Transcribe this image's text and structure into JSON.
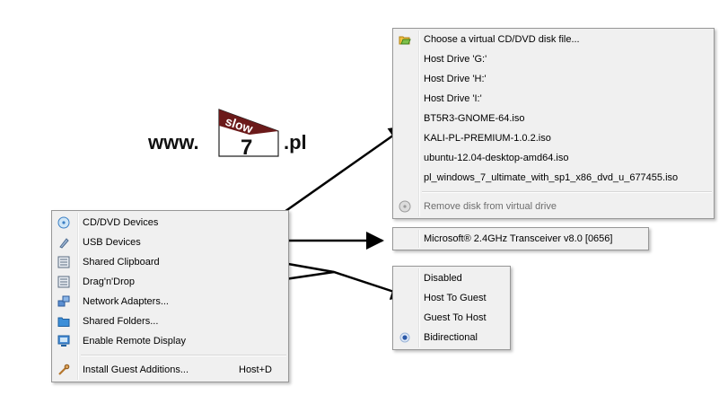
{
  "logo": {
    "prefix": "www.",
    "badge_word": "slow",
    "badge_number": "7",
    "suffix": ".pl"
  },
  "devices_menu": {
    "items": [
      {
        "label": "CD/DVD Devices",
        "icon": "cd-icon",
        "submenu": true
      },
      {
        "label": "USB Devices",
        "icon": "usb-icon",
        "submenu": true
      },
      {
        "label": "Shared Clipboard",
        "icon": "clipboard-icon",
        "submenu": true
      },
      {
        "label": "Drag'n'Drop",
        "icon": "drag-drop-icon",
        "submenu": true
      },
      {
        "label": "Network Adapters...",
        "icon": "network-icon"
      },
      {
        "label": "Shared Folders...",
        "icon": "folder-icon"
      },
      {
        "label": "Enable Remote Display",
        "icon": "remote-display-icon"
      },
      {
        "label": "Install Guest Additions...",
        "icon": "wrench-icon",
        "shortcut": "Host+D"
      }
    ]
  },
  "cd_menu": {
    "items": [
      {
        "label": "Choose a virtual CD/DVD disk file...",
        "icon": "open-file-icon"
      },
      {
        "label": "Host Drive 'G:'"
      },
      {
        "label": "Host Drive 'H:'"
      },
      {
        "label": "Host Drive 'I:'"
      },
      {
        "label": "BT5R3-GNOME-64.iso"
      },
      {
        "label": "KALI-PL-PREMIUM-1.0.2.iso"
      },
      {
        "label": "ubuntu-12.04-desktop-amd64.iso"
      },
      {
        "label": "pl_windows_7_ultimate_with_sp1_x86_dvd_u_677455.iso"
      },
      {
        "label": "Remove disk from virtual drive",
        "icon": "eject-disk-icon",
        "disabled": true
      }
    ]
  },
  "usb_menu": {
    "items": [
      {
        "label": "Microsoft® 2.4GHz Transceiver v8.0 [0656]"
      }
    ]
  },
  "dnd_menu": {
    "selected": "Bidirectional",
    "items": [
      {
        "label": "Disabled"
      },
      {
        "label": "Host To Guest"
      },
      {
        "label": "Guest To Host"
      },
      {
        "label": "Bidirectional"
      }
    ]
  },
  "colors": {
    "menu_bg": "#f0f0f0",
    "menu_border": "#979797",
    "arrow": "#000000",
    "logo_badge": "#6b1a1a"
  }
}
